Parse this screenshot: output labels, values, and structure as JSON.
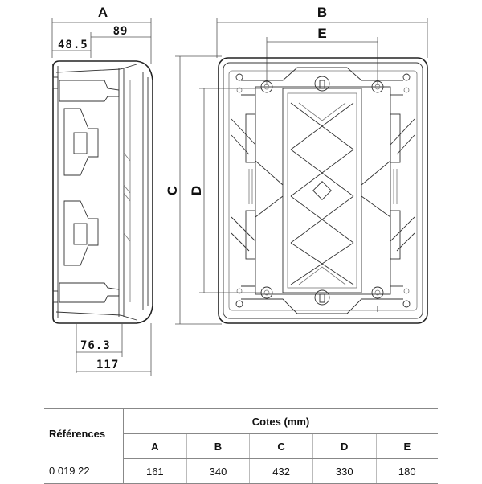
{
  "labels": {
    "side_width": "A",
    "front_width": "B",
    "front_height": "C",
    "inner_height": "D",
    "inner_width": "E",
    "dim_89": "89",
    "dim_48_5": "48.5",
    "dim_76_3": "76.3",
    "dim_117": "117"
  },
  "table": {
    "references_header": "Références",
    "cotes_header": "Cotes (mm)",
    "columns": [
      "A",
      "B",
      "C",
      "D",
      "E"
    ],
    "rows": [
      {
        "reference": "0 019 22",
        "values": [
          "161",
          "340",
          "432",
          "330",
          "180"
        ]
      }
    ]
  }
}
